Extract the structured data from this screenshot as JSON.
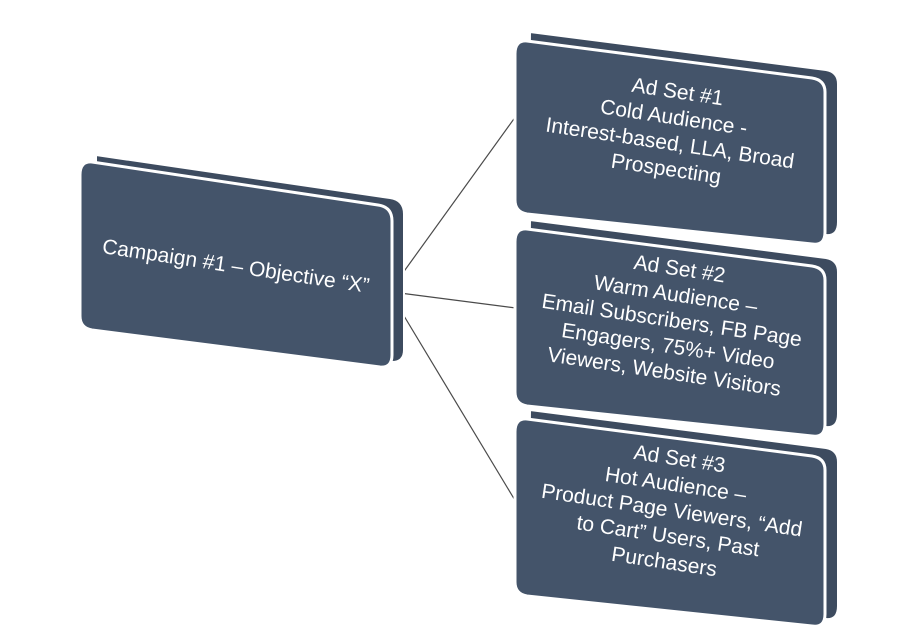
{
  "diagram": {
    "root": {
      "lines": [
        "Campaign #1 – Objective “X”"
      ]
    },
    "children": [
      {
        "lines": [
          "Ad Set #1",
          "Cold Audience -",
          "Interest-based, LLA, Broad",
          "Prospecting"
        ]
      },
      {
        "lines": [
          "Ad Set #2",
          "Warm Audience –",
          "Email Subscribers, FB Page",
          "Engagers, 75%+ Video",
          "Viewers, Website Visitors"
        ]
      },
      {
        "lines": [
          "Ad Set #3",
          "Hot Audience –",
          "Product Page Viewers, “Add",
          "to Cart” Users, Past",
          "Purchasers"
        ]
      }
    ],
    "colors": {
      "box_fill": "#44546a",
      "box_edge": "#ffffff",
      "text": "#ffffff",
      "connector": "#4a4a4a"
    }
  }
}
